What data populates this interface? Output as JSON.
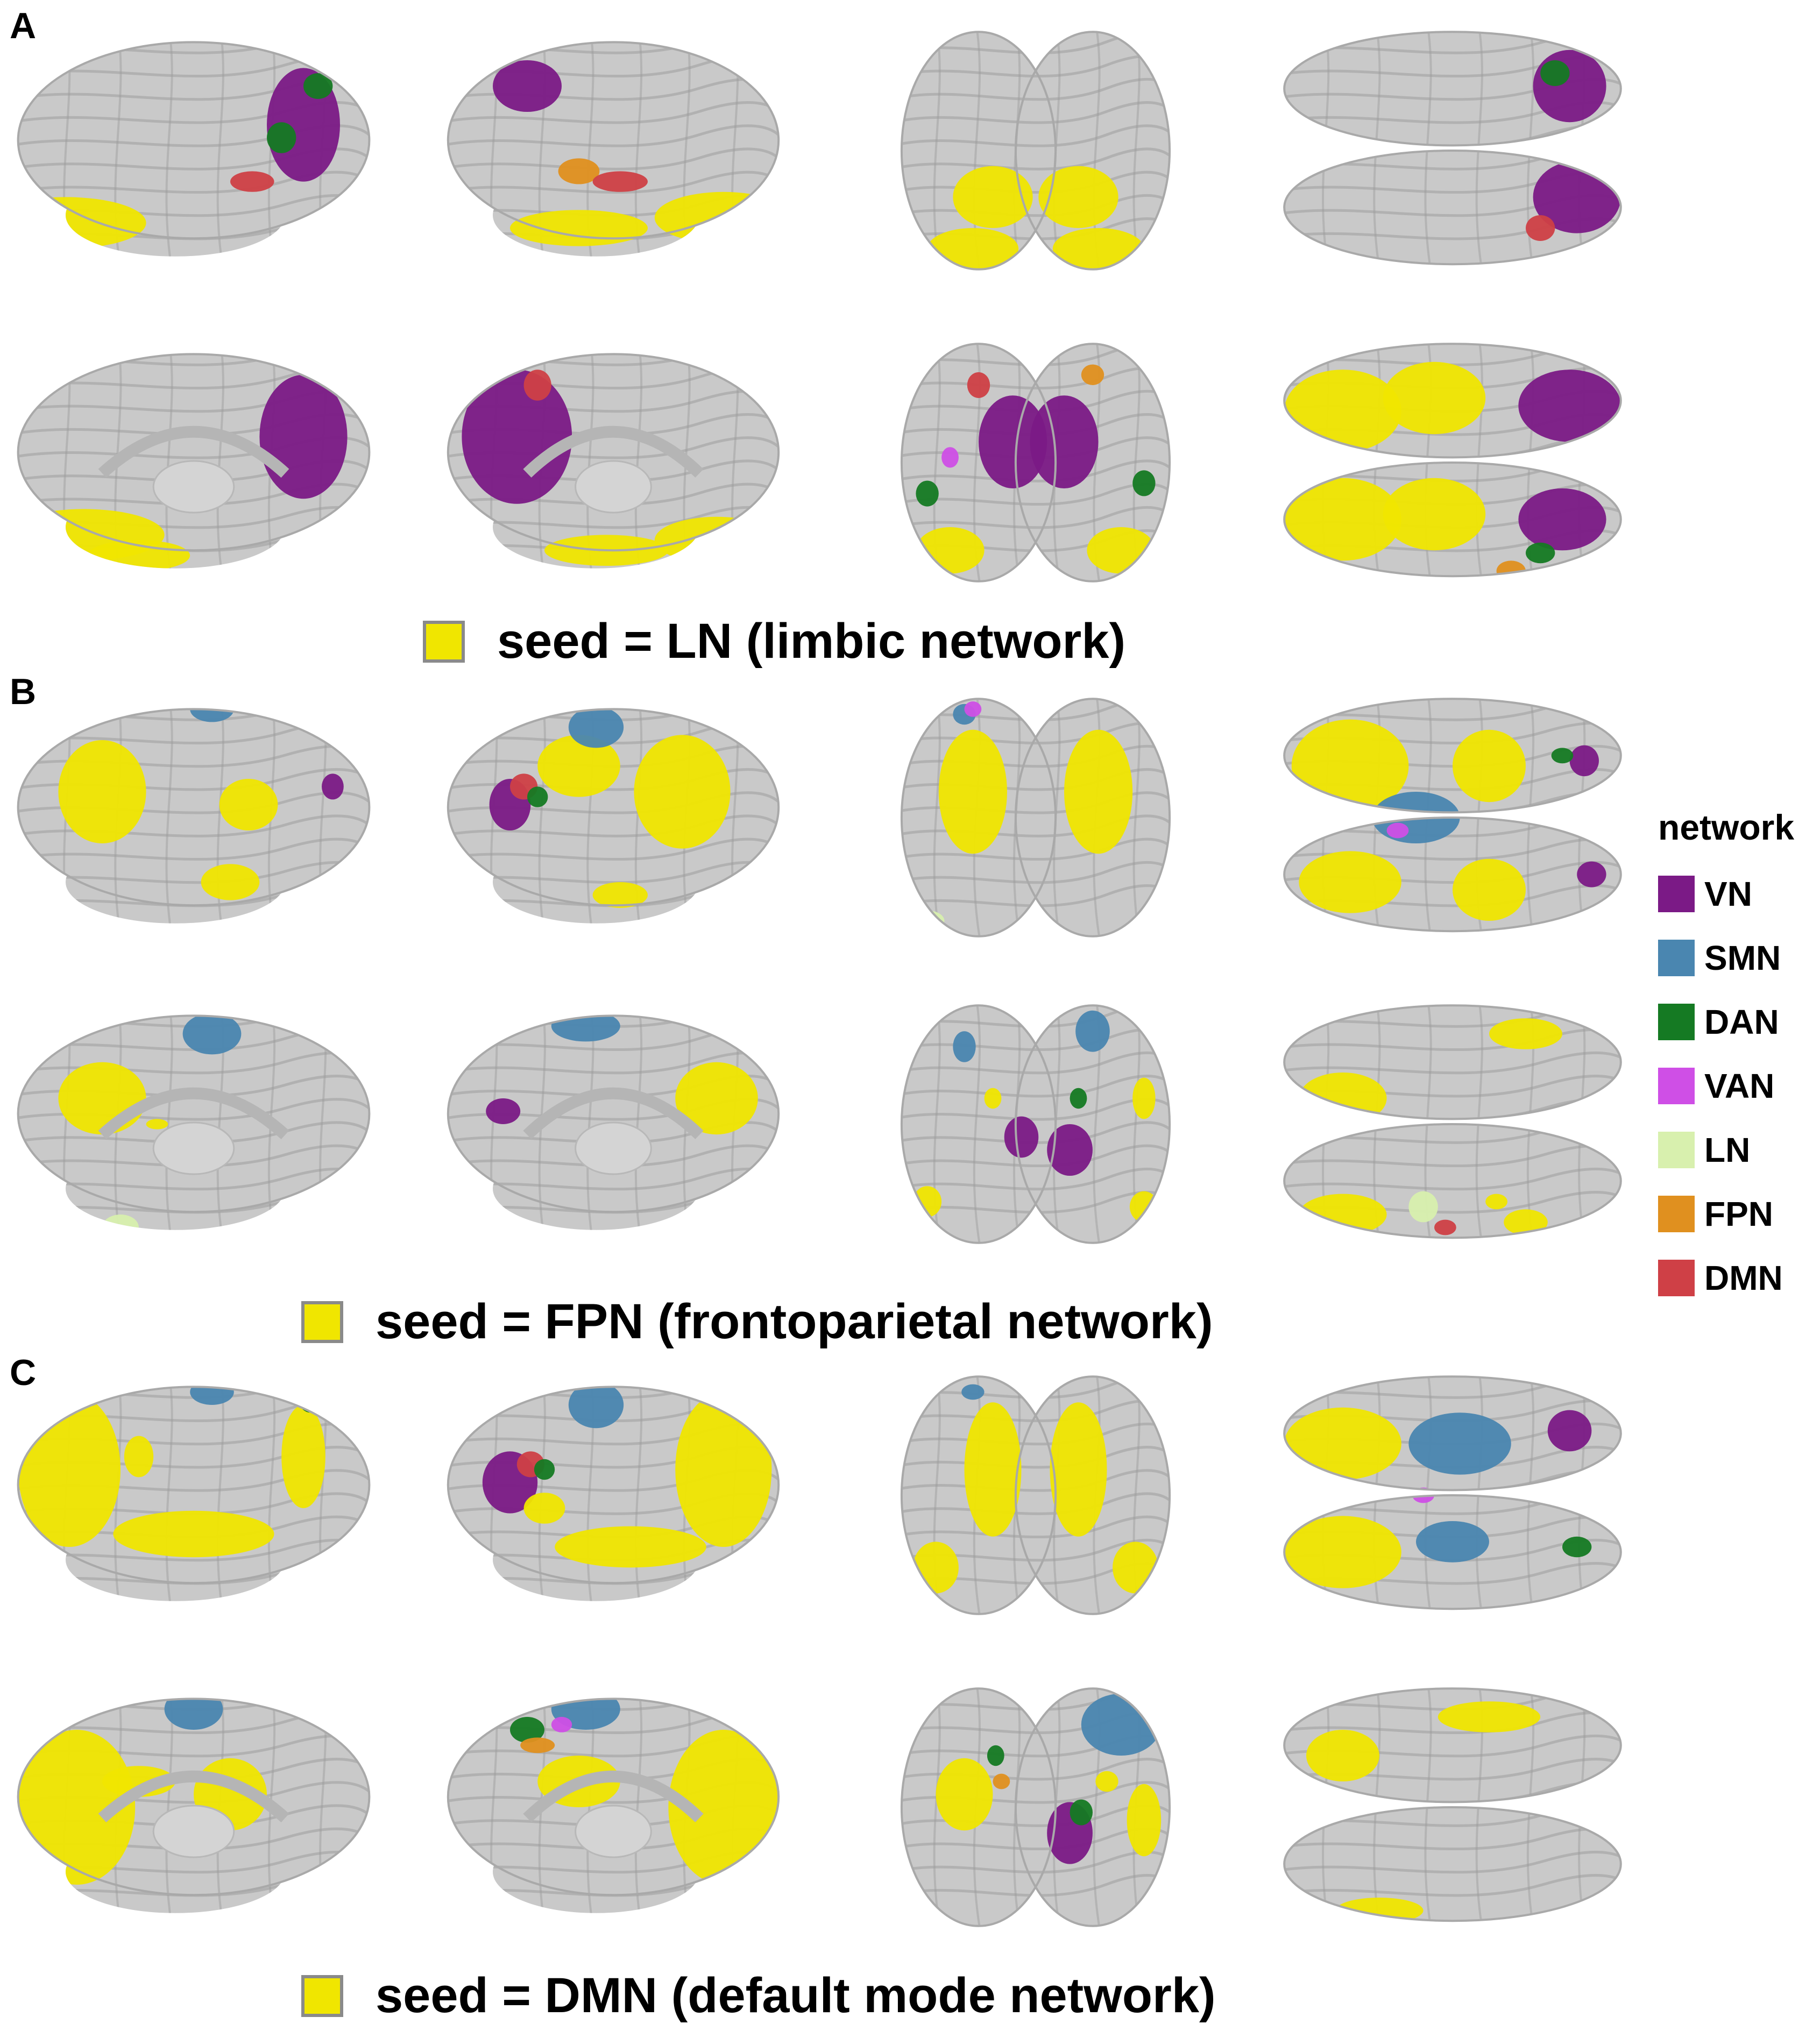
{
  "colors": {
    "cortex": "#c9c9c9",
    "cortex_edge": "#a9a9a9",
    "sulcus": "#9c9c9c",
    "seed_yellow": "#f0e600"
  },
  "panels": [
    {
      "label": "A",
      "caption": "seed = LN (limbic network)"
    },
    {
      "label": "B",
      "caption": "seed = FPN (frontoparietal network)"
    },
    {
      "label": "C",
      "caption": "seed = DMN (default mode network)"
    }
  ],
  "legend": {
    "title": "network",
    "items": [
      {
        "label": "VN",
        "color": "#7b1a86"
      },
      {
        "label": "SMN",
        "color": "#4a86b0"
      },
      {
        "label": "DAN",
        "color": "#157a23"
      },
      {
        "label": "VAN",
        "color": "#cf4fe6"
      },
      {
        "label": "LN",
        "color": "#d8f0ae"
      },
      {
        "label": "FPN",
        "color": "#e0901f"
      },
      {
        "label": "DMN",
        "color": "#cf4046"
      }
    ]
  }
}
